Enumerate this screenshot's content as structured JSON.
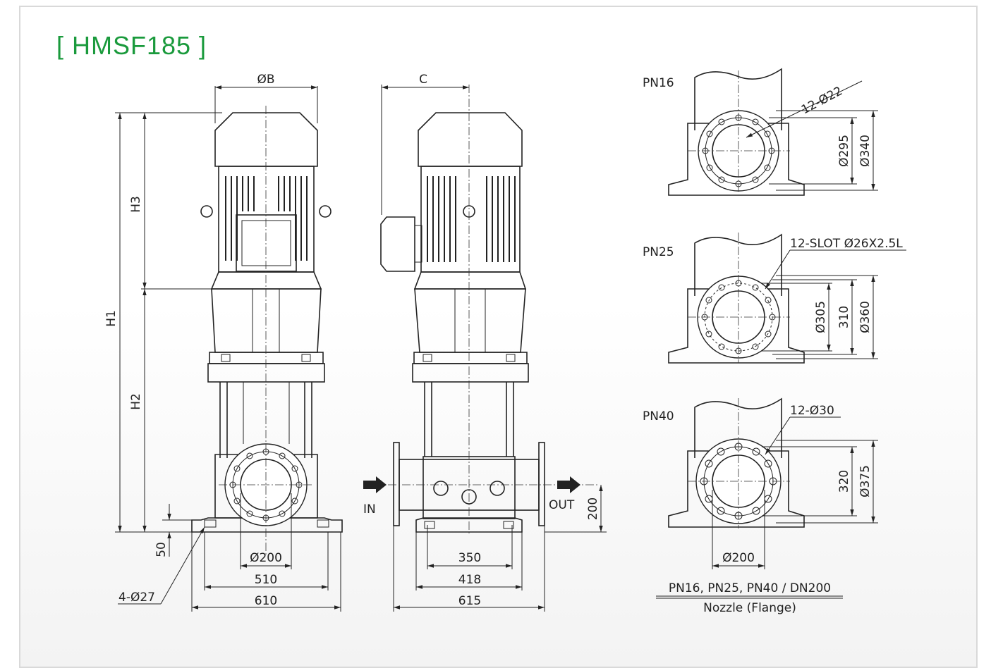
{
  "title": "[ HMSF185 ]",
  "colors": {
    "title": "#1a9a3c",
    "line": "#222222"
  },
  "front_view": {
    "dim_B": "ØB",
    "dim_H1": "H1",
    "dim_H2": "H2",
    "dim_H3": "H3",
    "dim_base_height": "50",
    "dim_bolt_holes": "4-Ø27",
    "dim_nozzle": "Ø200",
    "dim_anchor_width": "510",
    "dim_base_width": "610"
  },
  "side_view": {
    "dim_C": "C",
    "label_in": "IN",
    "label_out": "OUT",
    "dim_nozzle_height": "200",
    "dim_350": "350",
    "dim_418": "418",
    "dim_615": "615"
  },
  "flanges": [
    {
      "name": "PN16",
      "holes": "12-Ø22",
      "pcd": "Ø295",
      "outer": "Ø340"
    },
    {
      "name": "PN25",
      "holes": "12-SLOT Ø26X2.5L",
      "pcd": "Ø305",
      "bolt": "310",
      "outer": "Ø360"
    },
    {
      "name": "PN40",
      "holes": "12-Ø30",
      "pcd": "320",
      "outer": "Ø375"
    }
  ],
  "flange_bore": "Ø200",
  "caption": {
    "line1": "PN16, PN25, PN40 / DN200",
    "line2": "Nozzle (Flange)"
  }
}
